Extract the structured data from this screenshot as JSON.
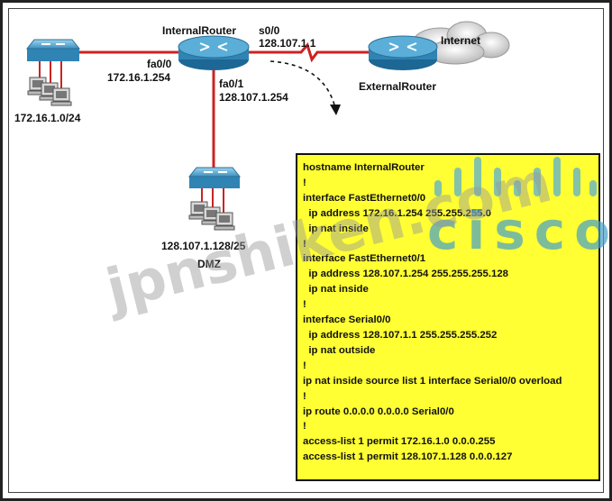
{
  "devices": {
    "internal_router": {
      "name": "InternalRouter"
    },
    "external_router": {
      "name": "ExternalRouter"
    },
    "internet": {
      "name": "Internet"
    },
    "lan": {
      "subnet": "172.16.1.0/24"
    },
    "dmz": {
      "subnet": "128.107.1.128/25",
      "name": "DMZ"
    }
  },
  "interfaces": {
    "fa0_0": {
      "name": "fa0/0",
      "ip": "172.16.1.254"
    },
    "fa0_1": {
      "name": "fa0/1",
      "ip": "128.107.1.254"
    },
    "s0_0": {
      "name": "s0/0",
      "ip": "128.107.1.1"
    }
  },
  "config_lines": [
    "hostname InternalRouter",
    "!",
    "interface FastEthernet0/0",
    "  ip address 172.16.1.254 255.255.255.0",
    "  ip nat inside",
    "!",
    "interface FastEthernet0/1",
    "  ip address 128.107.1.254 255.255.255.128",
    "  ip nat inside",
    "!",
    "interface Serial0/0",
    "  ip address 128.107.1.1 255.255.255.252",
    "  ip nat outside",
    "!",
    "ip nat inside source list 1 interface Serial0/0 overload",
    "!",
    "ip route 0.0.0.0 0.0.0.0 Serial0/0",
    "!",
    "access-list 1 permit 172.16.1.0 0.0.0.255",
    "access-list 1 permit 128.107.1.128 0.0.0.127"
  ],
  "watermarks": {
    "site": "jpnshiken.com",
    "brand": "cisco"
  },
  "colors": {
    "link": "#cc2222",
    "router": "#2f84b4",
    "config_bg": "#ffff33"
  }
}
